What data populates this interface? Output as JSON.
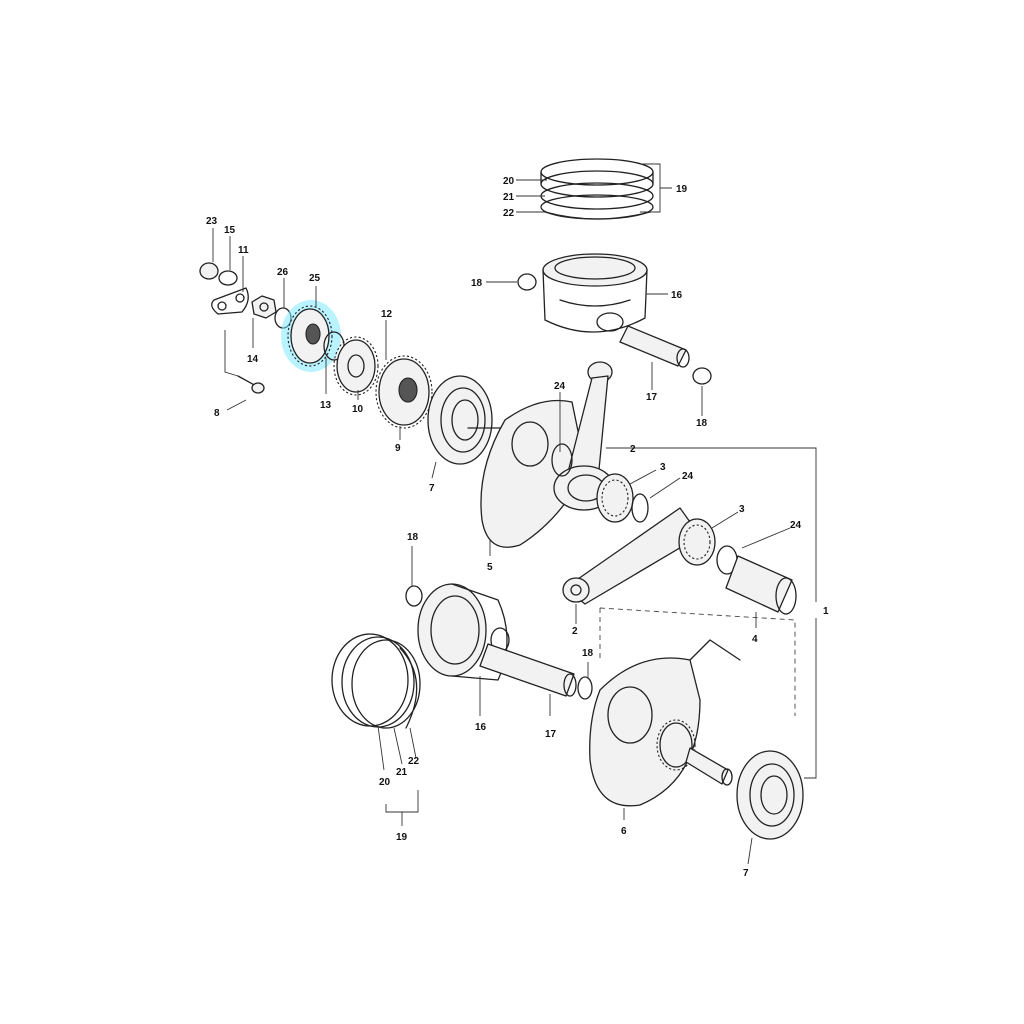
{
  "highlight": {
    "label": "25",
    "color": "#7fe9ff"
  },
  "callouts": {
    "c1": "1",
    "c2a": "2",
    "c2b": "2",
    "c3a": "3",
    "c3b": "3",
    "c4": "4",
    "c5": "5",
    "c6": "6",
    "c7a": "7",
    "c7b": "7",
    "c8": "8",
    "c9": "9",
    "c10": "10",
    "c11": "11",
    "c12": "12",
    "c13": "13",
    "c14": "14",
    "c15": "15",
    "c16a": "16",
    "c16b": "16",
    "c17a": "17",
    "c17b": "17",
    "c18a": "18",
    "c18b": "18",
    "c18c": "18",
    "c18d": "18",
    "c19a": "19",
    "c19b": "19",
    "c20a": "20",
    "c20b": "20",
    "c21a": "21",
    "c21b": "21",
    "c22a": "22",
    "c22b": "22",
    "c23": "23",
    "c24a": "24",
    "c24b": "24",
    "c24c": "24",
    "c25": "25",
    "c26": "26"
  }
}
